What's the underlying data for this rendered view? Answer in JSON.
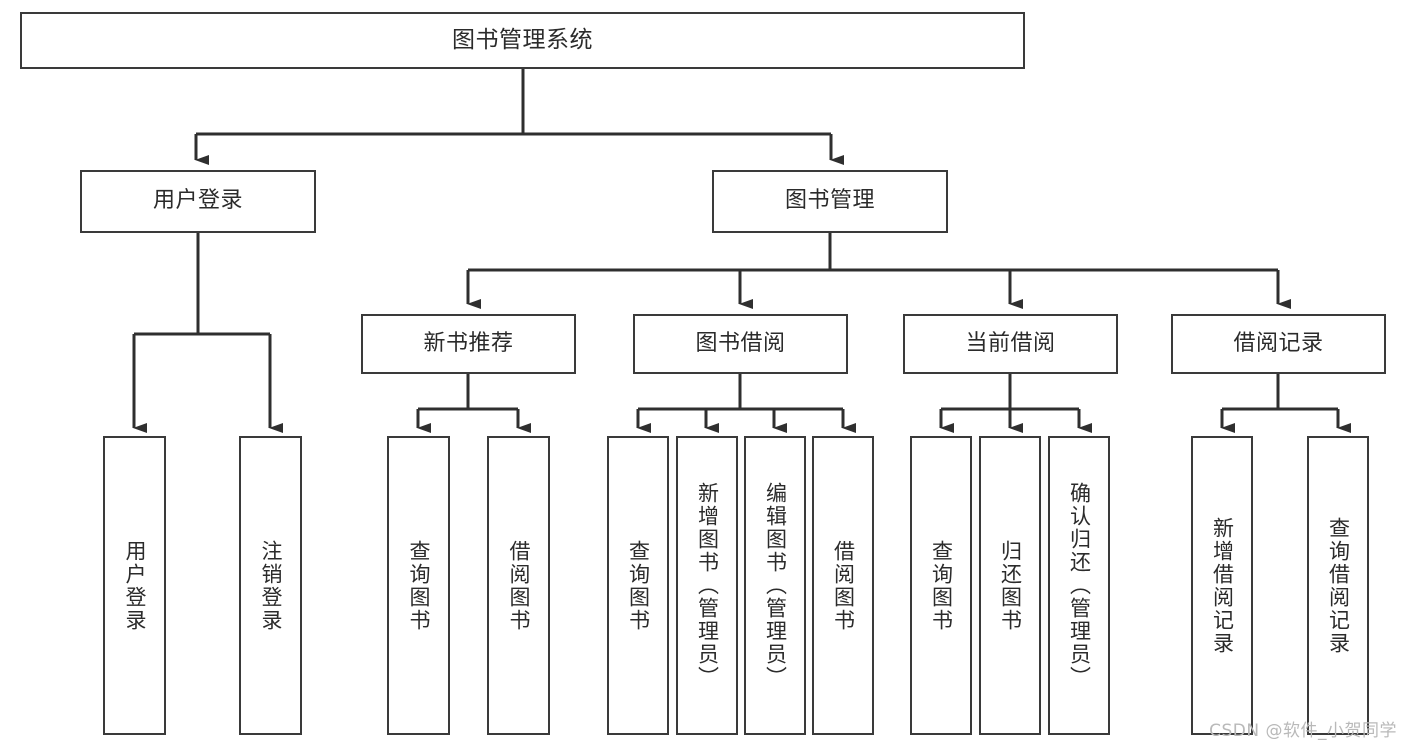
{
  "diagram": {
    "type": "tree",
    "title": "图书管理系统",
    "root": {
      "id": "root",
      "label": "图书管理系统"
    },
    "level1": [
      {
        "id": "user-login",
        "label": "用户登录"
      },
      {
        "id": "book-manage",
        "label": "图书管理"
      }
    ],
    "level2": [
      {
        "id": "new-book-rec",
        "label": "新书推荐",
        "parent": "book-manage"
      },
      {
        "id": "book-borrow",
        "label": "图书借阅",
        "parent": "book-manage"
      },
      {
        "id": "current-borrow",
        "label": "当前借阅",
        "parent": "book-manage"
      },
      {
        "id": "borrow-record",
        "label": "借阅记录",
        "parent": "book-manage"
      }
    ],
    "leaves": [
      {
        "id": "leaf-user-login",
        "label": "用户登录",
        "parent": "user-login"
      },
      {
        "id": "leaf-user-logout",
        "label": "注销登录",
        "parent": "user-login"
      },
      {
        "id": "leaf-query-book-1",
        "label": "查询图书",
        "parent": "new-book-rec"
      },
      {
        "id": "leaf-borrow-book-1",
        "label": "借阅图书",
        "parent": "new-book-rec"
      },
      {
        "id": "leaf-query-book-2",
        "label": "查询图书",
        "parent": "book-borrow"
      },
      {
        "id": "leaf-add-book",
        "label": "新增图书（管理员）",
        "parent": "book-borrow"
      },
      {
        "id": "leaf-edit-book",
        "label": "编辑图书（管理员）",
        "parent": "book-borrow"
      },
      {
        "id": "leaf-borrow-book-2",
        "label": "借阅图书",
        "parent": "book-borrow"
      },
      {
        "id": "leaf-query-book-3",
        "label": "查询图书",
        "parent": "current-borrow"
      },
      {
        "id": "leaf-return-book",
        "label": "归还图书",
        "parent": "current-borrow"
      },
      {
        "id": "leaf-confirm-return",
        "label": "确认归还（管理员）",
        "parent": "current-borrow"
      },
      {
        "id": "leaf-add-record",
        "label": "新增借阅记录",
        "parent": "borrow-record"
      },
      {
        "id": "leaf-query-record",
        "label": "查询借阅记录",
        "parent": "borrow-record"
      }
    ]
  },
  "watermark": {
    "text": "CSDN @软件_小贺同学"
  },
  "colors": {
    "box_border": "#3a3a3a",
    "box_fill": "#ffffff",
    "text": "#2b2b2b",
    "edge": "#2f2f2f",
    "watermark": "#b9b9b9",
    "background": "#ffffff"
  }
}
